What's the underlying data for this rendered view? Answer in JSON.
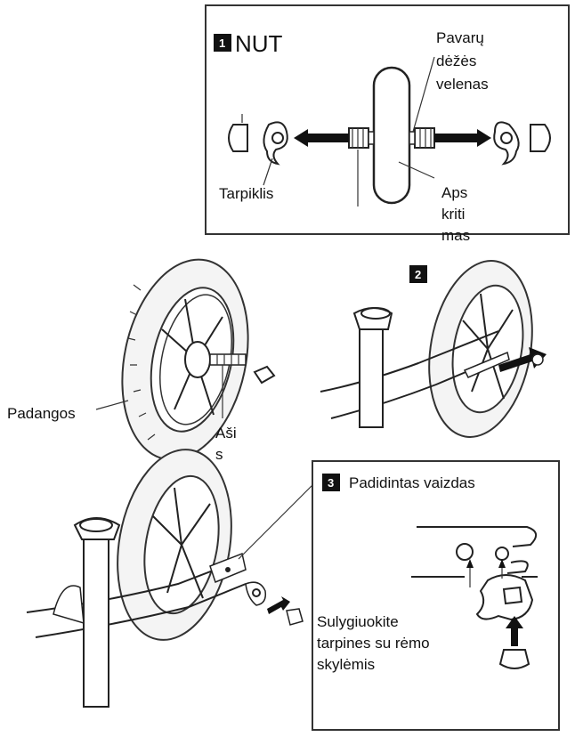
{
  "panel1": {
    "badge": "1",
    "title": "NUT",
    "shaft_label": [
      "Pavarų",
      "dėžės",
      "velenas"
    ],
    "spacer_label": "Tarpiklis",
    "cover_label": [
      "Aps",
      "kriti",
      "mas"
    ]
  },
  "panel2": {
    "badge": "2",
    "tire_label": "Padangos",
    "axle_label": [
      "Aši",
      "s"
    ]
  },
  "panel3": {
    "badge": "3",
    "zoom_title": "Padidintas vaizdas",
    "instruction": [
      "Sulygiuokite",
      "tarpines su rėmo",
      "skylėmis"
    ]
  }
}
